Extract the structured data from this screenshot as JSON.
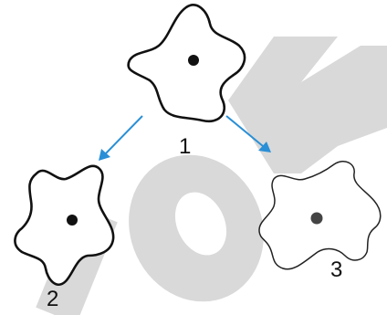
{
  "diagram": {
    "labels": {
      "parent": "1",
      "daughter_left": "2",
      "daughter_right": "3"
    },
    "watermark_text": "com",
    "colors": {
      "outline": "#111111",
      "nucleus": "#111111",
      "nucleus_faded": "#444444",
      "arrow": "#2a8fd6",
      "watermark": "#d9d9d9",
      "background": "#ffffff"
    },
    "icons": {
      "arrow_left": "down-left-arrow-icon",
      "arrow_right": "down-right-arrow-icon"
    }
  }
}
